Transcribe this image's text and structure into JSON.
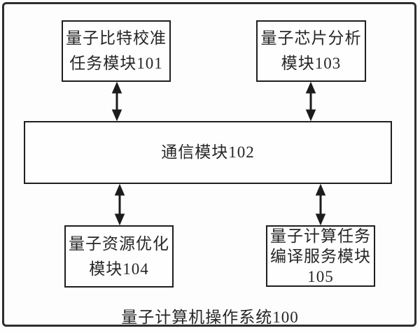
{
  "figure": {
    "system_label": "量子计算机操作系统100",
    "modules": {
      "m101": {
        "label": "量子比特校准\n任务模块101"
      },
      "m102": {
        "label": "通信模块102"
      },
      "m103": {
        "label": "量子芯片分析\n模块103"
      },
      "m104": {
        "label": "量子资源优化\n模块104"
      },
      "m105": {
        "label": "量子计算任务\n编译服务模块\n105"
      }
    },
    "colors": {
      "line": "#1f1f1f",
      "frame": "#2e2e2e",
      "background": "#fdfdfd",
      "text": "#262626"
    }
  }
}
